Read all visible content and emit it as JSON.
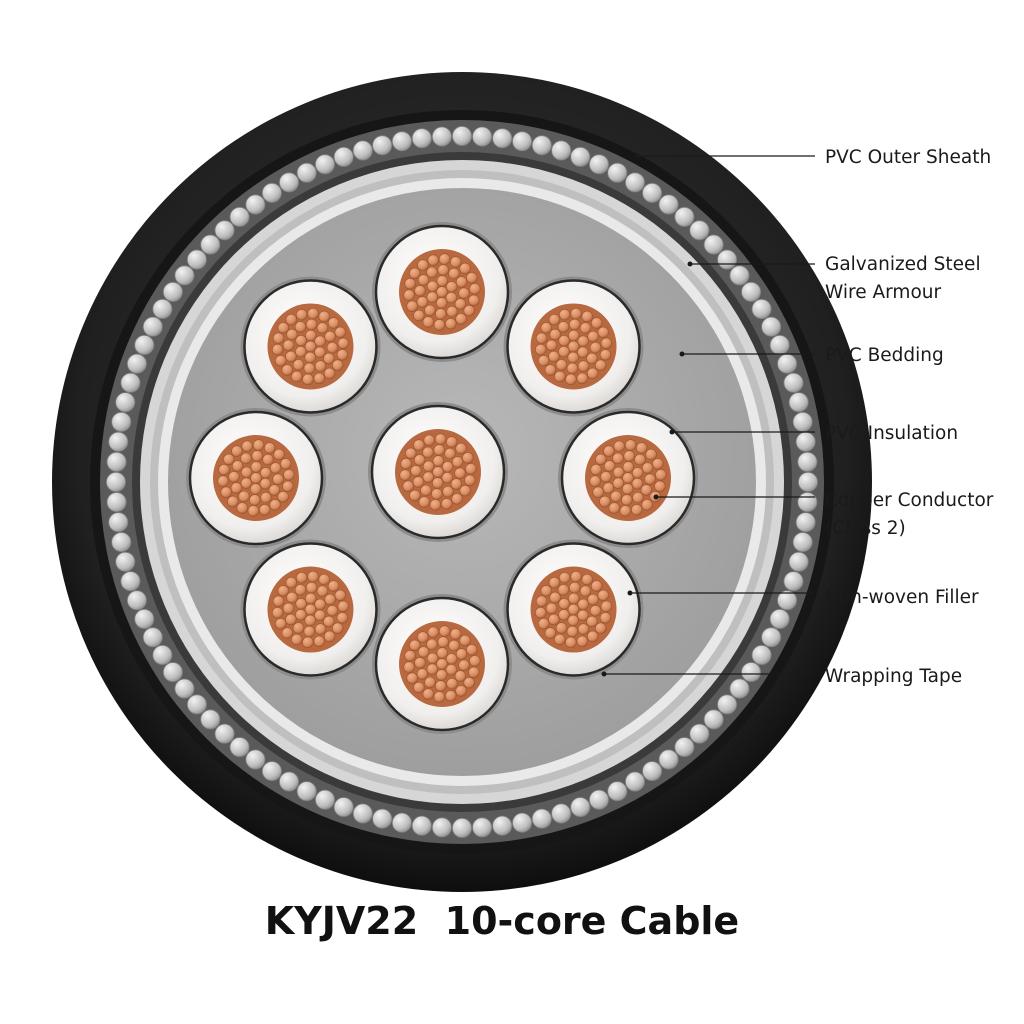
{
  "title": "KYJV22  10-core Cable",
  "labels": [
    {
      "id": "outer-sheath",
      "lines": [
        "PVC Outer Sheath"
      ]
    },
    {
      "id": "steel-armour",
      "lines": [
        "Galvanized Steel",
        "Wire Armour"
      ]
    },
    {
      "id": "bedding",
      "lines": [
        "PVC Bedding"
      ]
    },
    {
      "id": "insulation",
      "lines": [
        "PVC Insulation"
      ]
    },
    {
      "id": "conductor",
      "lines": [
        "Copper Conductor",
        "(Class 2)"
      ]
    },
    {
      "id": "filler",
      "lines": [
        "Non-woven Filler"
      ]
    },
    {
      "id": "wrapping-tape",
      "lines": [
        "Wrapping Tape"
      ]
    }
  ],
  "colors": {
    "sheath": "#1c1c1c",
    "armour_wire": "#c9c9c9",
    "bedding": "#d8d8d8",
    "filler": "#a9a9a9",
    "insulation": "#f4f2f0",
    "copper": "#d98d62",
    "copper_dark": "#b8693f"
  }
}
